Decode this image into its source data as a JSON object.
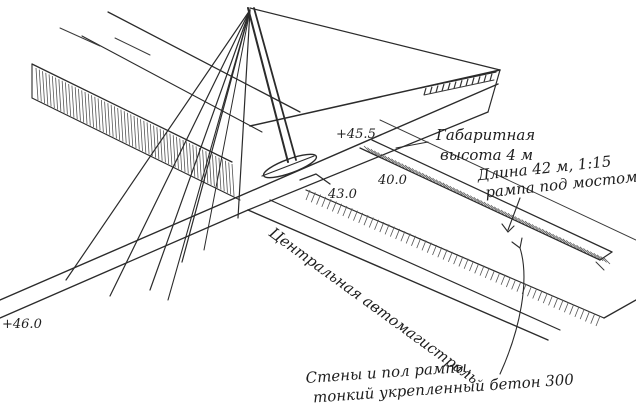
{
  "labels": {
    "elev_46_0": "+46.0",
    "elev_45_5": "+45.5",
    "elev_43_0": "43.0",
    "elev_40_0": "40.0",
    "clearance_line1": "Габаритная",
    "clearance_line2": "высота 4 м",
    "ramp_line1": "Длина 42 м, 1:15",
    "ramp_line2": "рампа под мостом",
    "highway": "Центральная автомагистраль",
    "walls_line1": "Стены и пол рампы,",
    "walls_line2": "тонкий укрепленный бетон 300"
  }
}
